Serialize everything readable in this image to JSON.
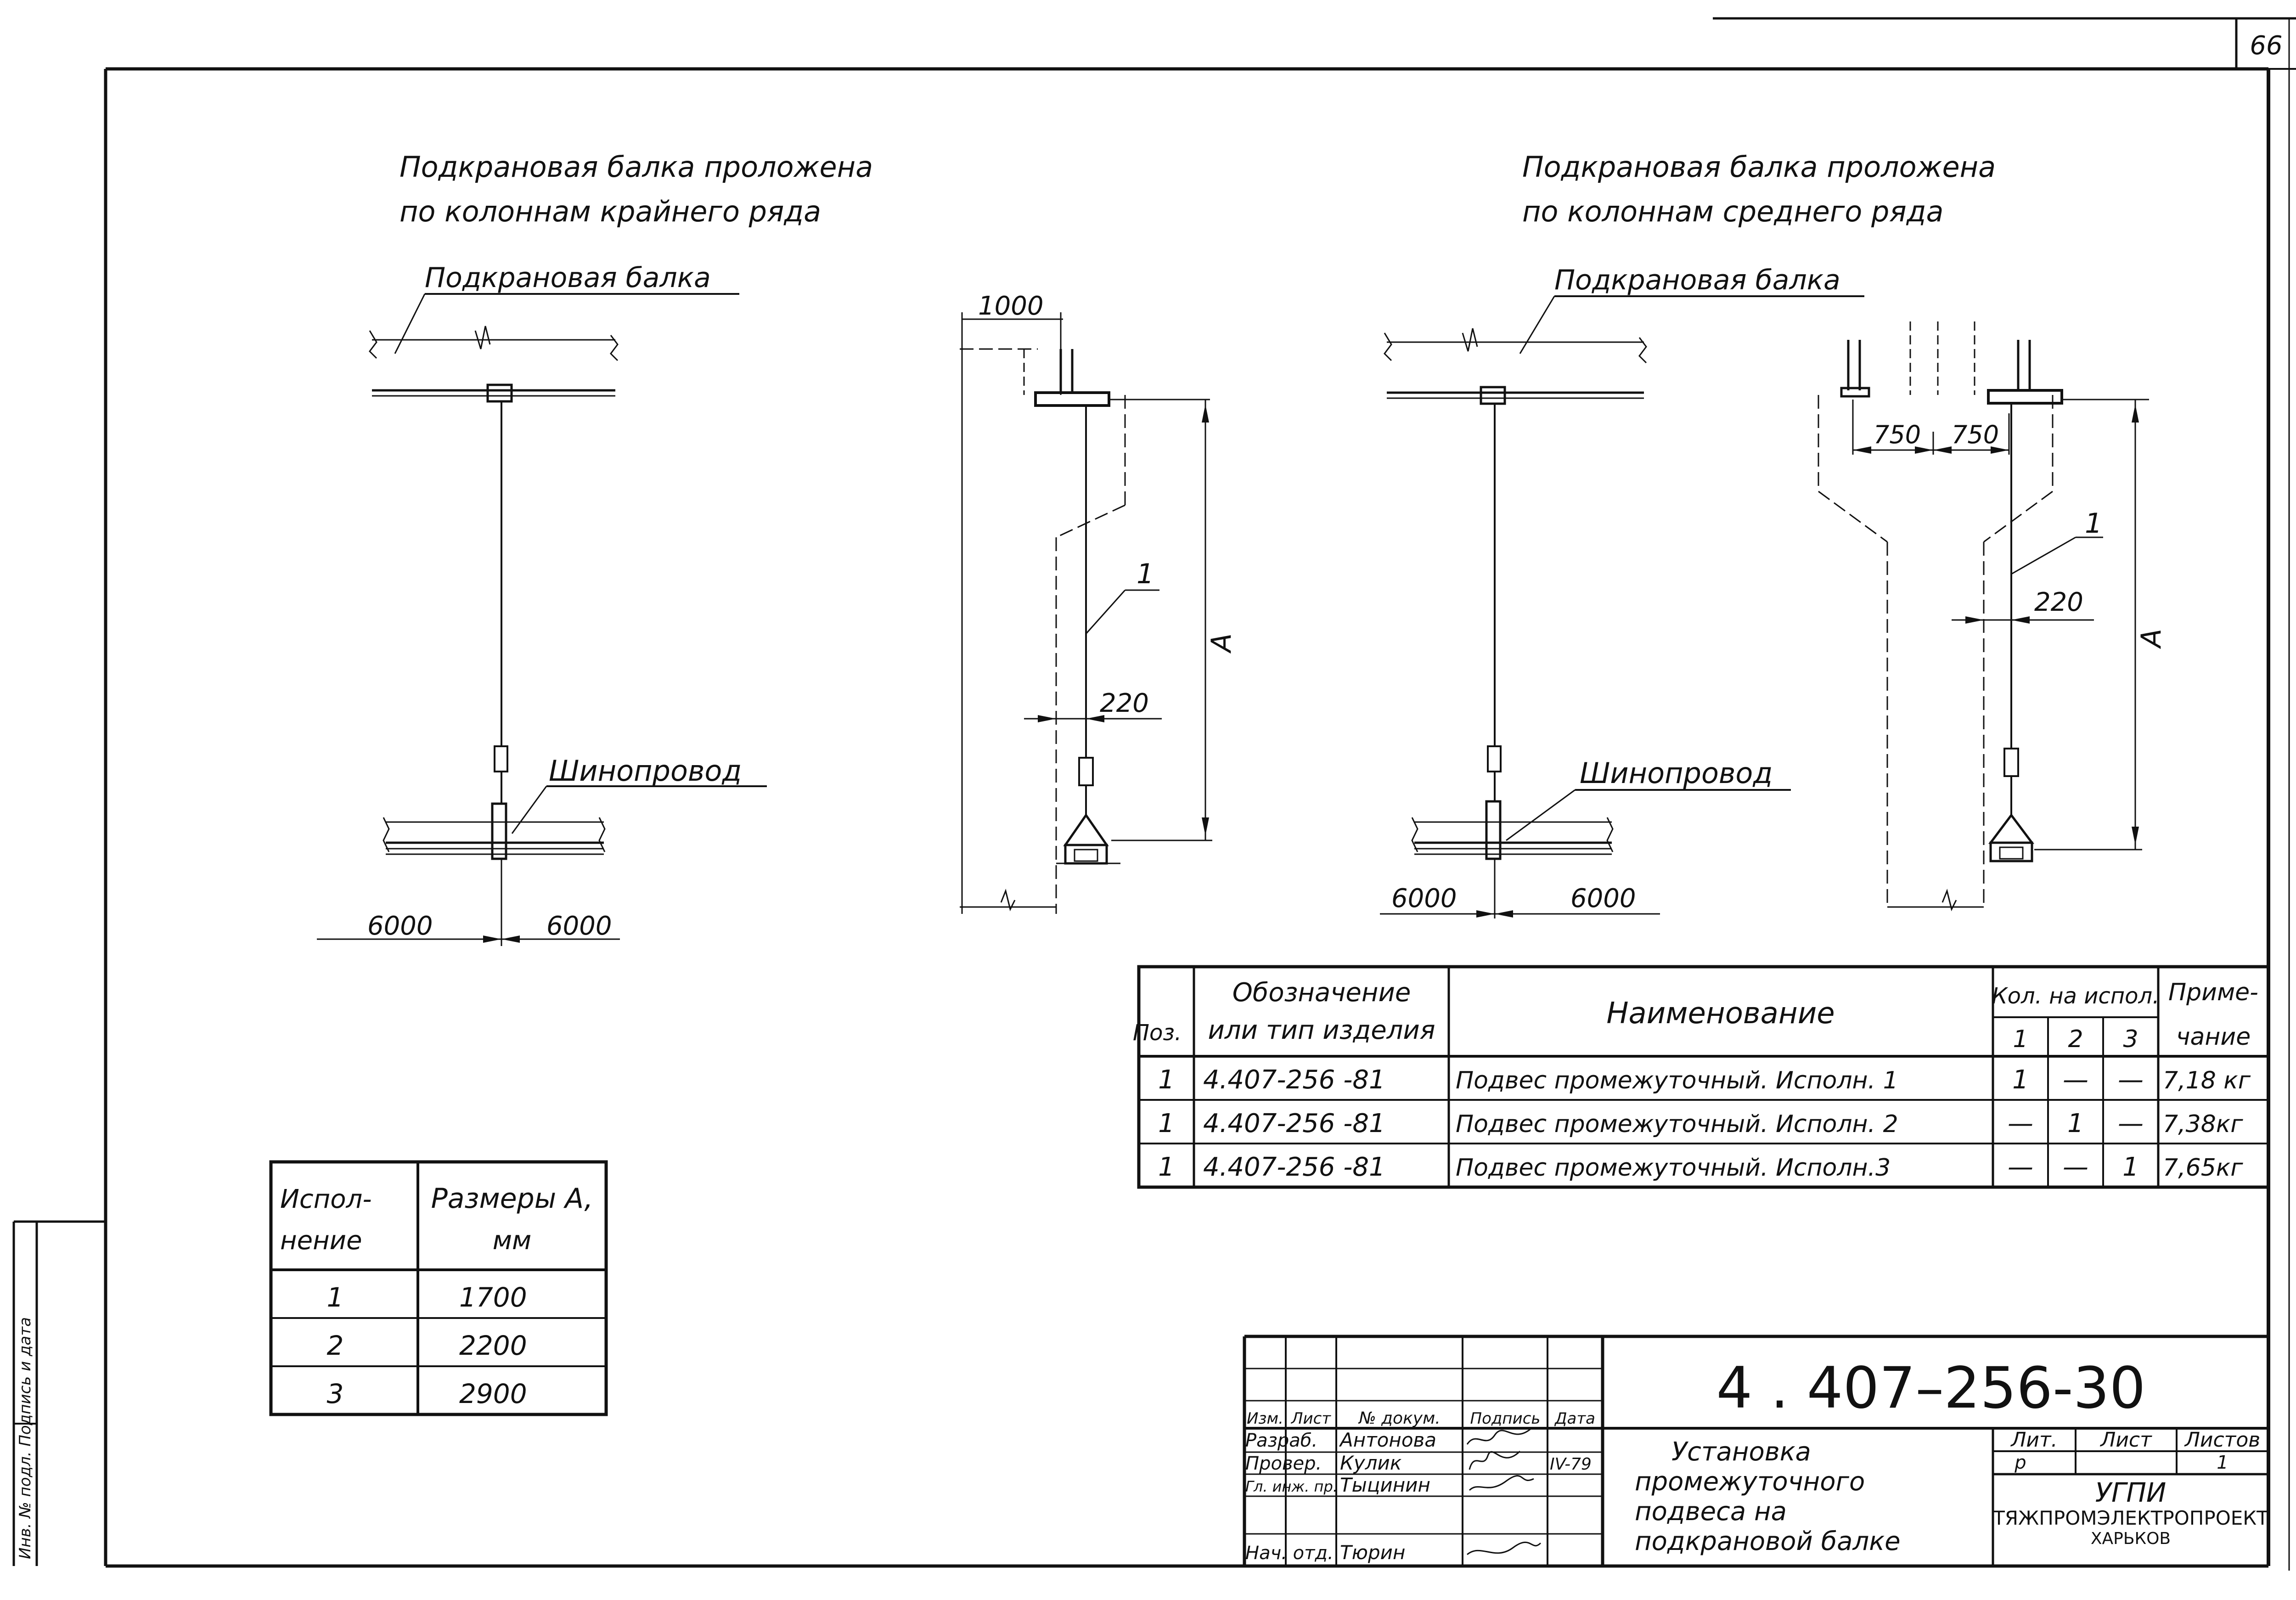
{
  "sheet_number": "66",
  "left_section": {
    "title_line1": "Подкрановая балка проложена",
    "title_line2": "по колоннам крайнего ряда",
    "beam_label": "Подкрановая балка",
    "busway_label": "Шинопровод",
    "dim_left": "6000",
    "dim_right": "6000",
    "side_dim_top": "1000",
    "side_dim_220": "220",
    "side_dim_A": "A",
    "side_pos": "1"
  },
  "right_section": {
    "title_line1": "Подкрановая балка проложена",
    "title_line2": "по колоннам среднего ряда",
    "beam_label": "Подкрановая балка",
    "busway_label": "Шинопровод",
    "dim_left": "6000",
    "dim_right": "6000",
    "side_dim_750a": "750",
    "side_dim_750b": "750",
    "side_dim_220": "220",
    "side_dim_A": "A",
    "side_pos": "1"
  },
  "spec_table": {
    "h_pos": "Поз.",
    "h_designation_1": "Обозначение",
    "h_designation_2": "или тип изделия",
    "h_name": "Наименование",
    "h_qty": "Кол. на испол.",
    "h_qty_cols": [
      "1",
      "2",
      "3"
    ],
    "h_note_1": "Приме-",
    "h_note_2": "чание",
    "rows": [
      {
        "pos": "1",
        "designation": "4.407-256 -81",
        "name": "Подвес промежуточный. Исполн. 1",
        "q1": "1",
        "q2": "—",
        "q3": "—",
        "note": "7,18 кг"
      },
      {
        "pos": "1",
        "designation": "4.407-256 -81",
        "name": "Подвес промежуточный. Исполн. 2",
        "q1": "—",
        "q2": "1",
        "q3": "—",
        "note": "7,38кг"
      },
      {
        "pos": "1",
        "designation": "4.407-256 -81",
        "name": "Подвес промежуточный. Исполн.3",
        "q1": "—",
        "q2": "—",
        "q3": "1",
        "note": "7,65кг"
      }
    ]
  },
  "size_table": {
    "h_variant_1": "Испол-",
    "h_variant_2": "нение",
    "h_size_1": "Размеры A,",
    "h_size_2": "мм",
    "rows": [
      {
        "variant": "1",
        "size": "1700"
      },
      {
        "variant": "2",
        "size": "2200"
      },
      {
        "variant": "3",
        "size": "2900"
      }
    ]
  },
  "title_block": {
    "doc_code": "4 . 407–256-30",
    "title_1": "Установка",
    "title_2": "промежуточного",
    "title_3": "подвеса на",
    "title_4": "подкрановой балке",
    "h_change": "Изм.",
    "h_sheet": "Лист",
    "h_docno": "№ докум.",
    "h_sign": "Подпись",
    "h_date": "Дата",
    "role_1": "Разраб.",
    "name_1": "Антонова",
    "role_2": "Провер.",
    "name_2": "Кулик",
    "date_2": "IV-79",
    "role_3": "Гл. инж. пр.",
    "name_3": "Тыцинин",
    "role_4": "Нач. отд.",
    "name_4": "Тюрин",
    "h_lit": "Лит.",
    "h_list": "Лист",
    "h_lists": "Листов",
    "lit_value": "р",
    "lists_value": "1",
    "org_1": "УГПИ",
    "org_2": "ТЯЖПРОМЭЛЕКТРОПРОЕКТ",
    "org_3": "ХАРЬКОВ"
  },
  "side_stamp": "Инв. № подл. Подпись и дата"
}
